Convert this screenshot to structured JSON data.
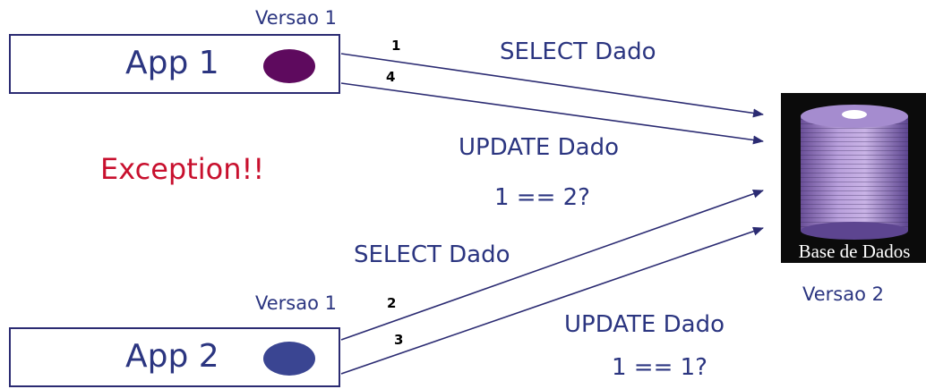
{
  "app1": {
    "label": "App 1",
    "version": "Versao 1",
    "dot_color": "#5e0a5e"
  },
  "app2": {
    "label": "App 2",
    "version": "Versao 1",
    "dot_color": "#3a4592"
  },
  "steps": {
    "s1": "1",
    "s2": "2",
    "s3": "3",
    "s4": "4"
  },
  "labels": {
    "select_top": "SELECT Dado",
    "update_top": "UPDATE Dado",
    "compare_top": "1 == 2?",
    "select_bottom": "SELECT Dado",
    "update_bottom": "UPDATE Dado",
    "compare_bottom": "1 == 1?",
    "exception": "Exception!!"
  },
  "database": {
    "label": "Base de Dados",
    "version": "Versao 2"
  },
  "colors": {
    "text_blue": "#2b3580",
    "exception_red": "#c8102e",
    "arrow": "#2b2b72",
    "disk_purple": "#9a7dc0"
  }
}
